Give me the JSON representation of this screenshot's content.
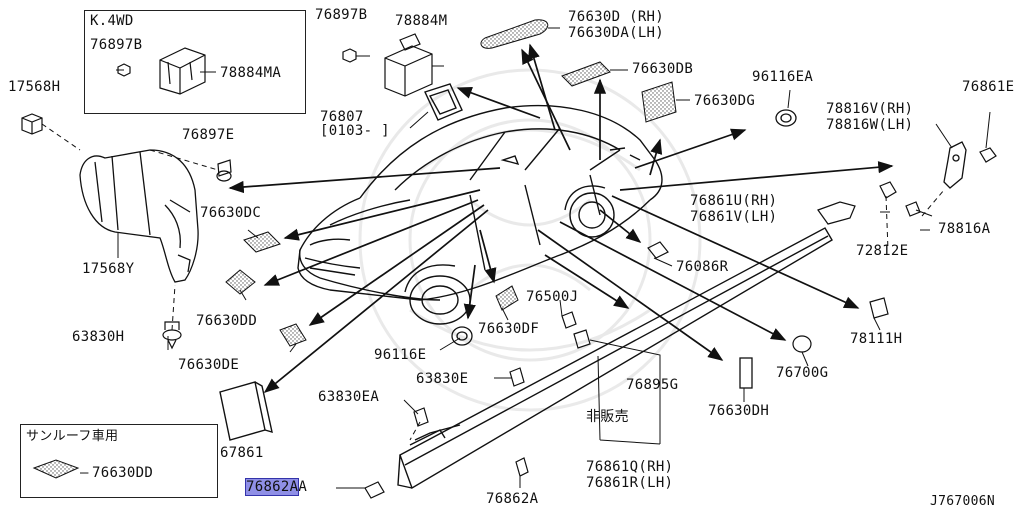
{
  "diagram_code": "J767006N",
  "boxes": {
    "k4wd": {
      "title": "K.4WD"
    },
    "sunroof": {
      "title": "サンルーフ車用"
    }
  },
  "labels": {
    "p17568H": "17568H",
    "p17568Y": "17568Y",
    "p63830H": "63830H",
    "p76897B_box": "76897B",
    "p78884MA": "78884MA",
    "p76897B": "76897B",
    "p78884M": "78884M",
    "p76897E": "76897E",
    "p76807": "76807",
    "p76807_range": "[0103-      ]",
    "p76630D": "76630D (RH)",
    "p76630DA": "76630DA(LH)",
    "p76630DB": "76630DB",
    "p96116EA": "96116EA",
    "p76630DG": "76630DG",
    "p76861E": "76861E",
    "p78816V": "78816V(RH)",
    "p78816W": "78816W(LH)",
    "p76861U": "76861U(RH)",
    "p76861V": "76861V(LH)",
    "p78816A": "78816A",
    "p72812E": "72812E",
    "p76630DC": "76630DC",
    "p76630DD": "76630DD",
    "p76630DE": "76630DE",
    "p76086R": "76086R",
    "p76500J": "76500J",
    "p76630DF": "76630DF",
    "p78111H": "78111H",
    "p96116E": "96116E",
    "p76700G": "76700G",
    "p63830E": "63830E",
    "p76895G": "76895G",
    "p63830EA": "63830EA",
    "p76630DH": "76630DH",
    "p_not_sold": "非販売",
    "p67861": "67861",
    "p76861Q": "76861Q(RH)",
    "p76861R": "76861R(LH)",
    "p76630DD_sun": "76630DD",
    "p76862A_sel": "76862A",
    "p76862A_sel_suffix": "A",
    "p76862A": "76862A"
  }
}
